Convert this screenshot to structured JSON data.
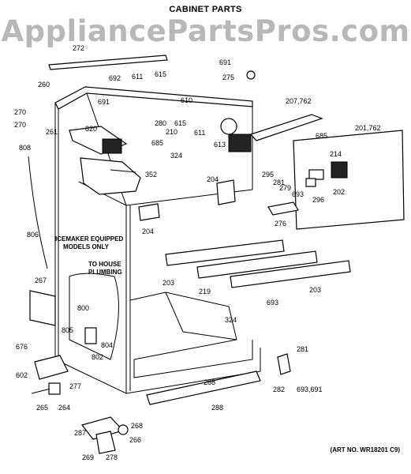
{
  "title": "CABINET PARTS",
  "watermark": "AppliancePartsPros.com",
  "art_number": "(ART NO. WR18201 C9)",
  "notes": {
    "icemaker_line1": "ICEMAKER EQUIPPED",
    "icemaker_line2": "MODELS ONLY",
    "plumbing_line1": "TO HOUSE",
    "plumbing_line2": "PLUMBING"
  },
  "part_labels": [
    "272",
    "691",
    "275",
    "692",
    "611",
    "615",
    "260",
    "691",
    "610",
    "207,762",
    "270",
    "820",
    "280",
    "615",
    "611",
    "613",
    "685",
    "270",
    "261",
    "210",
    "201,762",
    "685",
    "324",
    "214",
    "808",
    "352",
    "295",
    "281",
    "693",
    "204",
    "279",
    "202",
    "296",
    "276",
    "204",
    "806",
    "267",
    "203",
    "219",
    "203",
    "800",
    "693",
    "805",
    "324",
    "804",
    "802",
    "676",
    "281",
    "602",
    "277",
    "282",
    "693,691",
    "265",
    "264",
    "288",
    "288",
    "287",
    "268",
    "266",
    "269",
    "278"
  ]
}
